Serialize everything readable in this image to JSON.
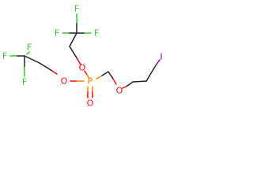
{
  "structure": {
    "atoms": {
      "f_top_left": {
        "label": "F",
        "color": "#33cc33"
      },
      "f_top_center": {
        "label": "F",
        "color": "#33cc33"
      },
      "f_top_right": {
        "label": "F",
        "color": "#33cc33"
      },
      "f_left_top": {
        "label": "F",
        "color": "#33cc33"
      },
      "f_left_mid": {
        "label": "F",
        "color": "#33cc33"
      },
      "f_left_low": {
        "label": "F",
        "color": "#33cc33"
      },
      "o_upper": {
        "label": "O",
        "color": "#ff0d0d"
      },
      "o_left": {
        "label": "O",
        "color": "#ff0d0d"
      },
      "p_center": {
        "label": "P",
        "color": "#ff8000"
      },
      "o_double": {
        "label": "O",
        "color": "#ff0d0d"
      },
      "o_ether": {
        "label": "O",
        "color": "#ff0d0d"
      },
      "iodine": {
        "label": "I",
        "color": "#940094"
      }
    }
  }
}
